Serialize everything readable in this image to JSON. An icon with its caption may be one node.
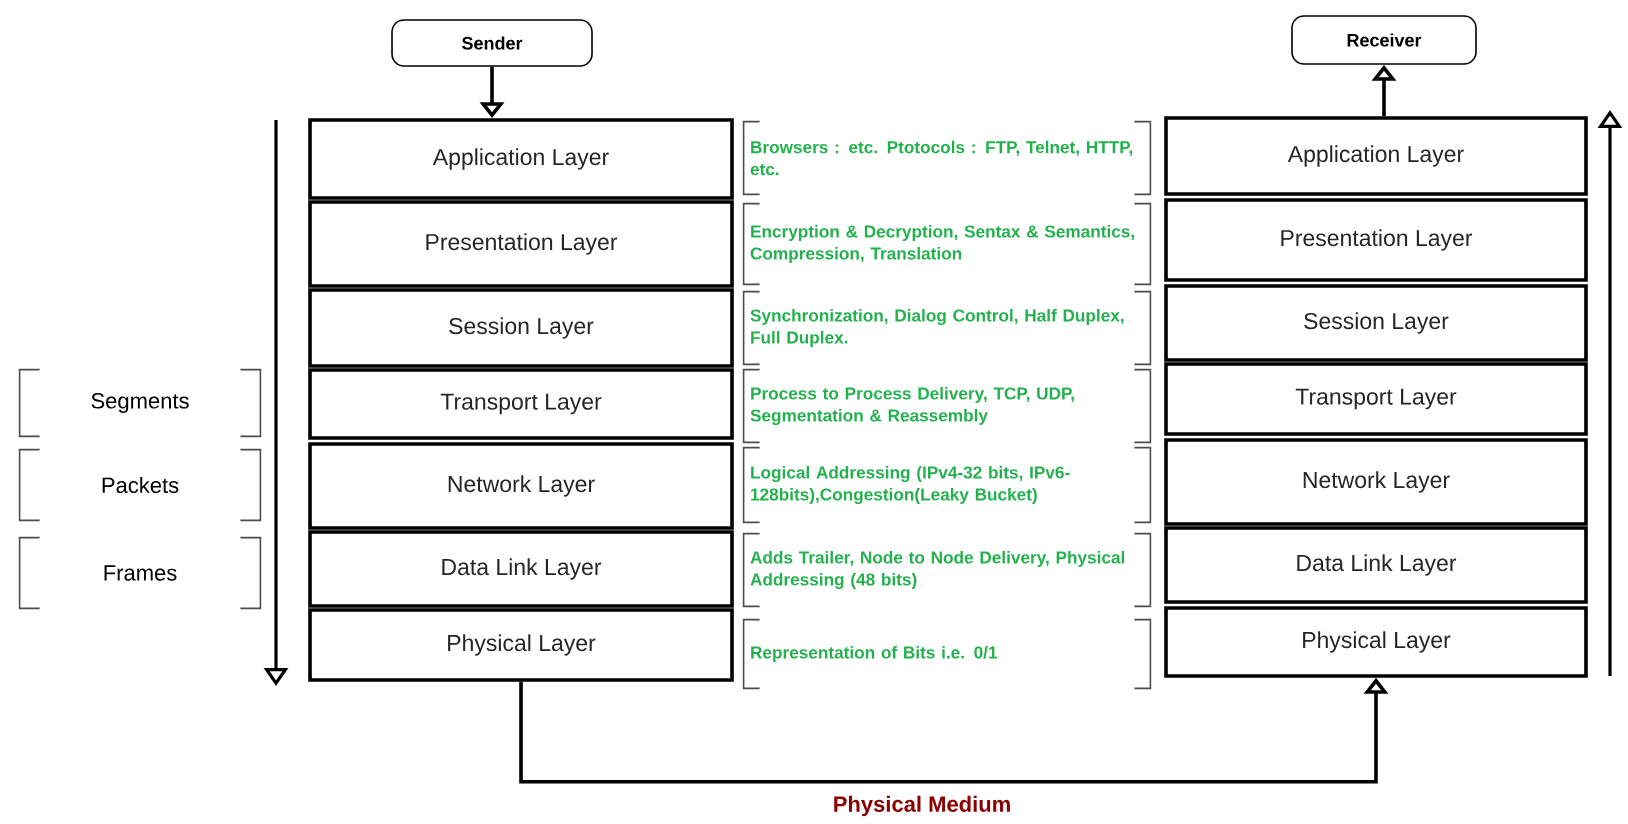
{
  "diagram": {
    "nodes": [
      {
        "text": [
          "Sender"
        ]
      },
      {
        "text": [
          "Receiver"
        ]
      },
      {
        "text": [
          "Application Layer"
        ]
      },
      {
        "text": [
          "Presentation Layer"
        ]
      },
      {
        "text": [
          "Session Layer"
        ]
      },
      {
        "text": [
          "Transport Layer"
        ]
      },
      {
        "text": [
          "Network Layer"
        ]
      },
      {
        "text": [
          "Data Link Layer"
        ]
      },
      {
        "text": [
          "Physical Layer"
        ]
      },
      {
        "text": [
          "Browsers : etc. Ptotocols : FTP, Telnet, HTTP, etc."
        ]
      },
      {
        "text": [
          "Encryption & Decryption, Sentax & Semantics, Compression, Translation"
        ]
      },
      {
        "text": [
          "Synchronization, Dialog Control, Half Duplex, Full Duplex."
        ]
      },
      {
        "text": [
          "Process to Process Delivery, TCP, UDP, Segmentation & Reassembly"
        ]
      },
      {
        "text": [
          "Logical Addressing (IPv4-32 bits, IPv6-128bits),Congestion(Leaky Bucket)"
        ]
      },
      {
        "text": [
          "Adds Trailer, Node to Node Delivery, Physical Addressing (48 bits)"
        ]
      },
      {
        "text": [
          "Representation of Bits i.e. 0/1"
        ]
      },
      {
        "text": [
          "Application Layer"
        ]
      },
      {
        "text": [
          "Presentation Layer"
        ]
      },
      {
        "text": [
          "Session Layer"
        ]
      },
      {
        "text": [
          "Transport Layer"
        ]
      },
      {
        "text": [
          "Network Layer"
        ]
      },
      {
        "text": [
          "Data Link Layer"
        ]
      },
      {
        "text": [
          "Physical Layer"
        ]
      },
      {
        "text": [
          "Segments"
        ]
      },
      {
        "text": [
          "Packets"
        ]
      },
      {
        "text": [
          "Frames"
        ]
      }
    ],
    "edges": [
      {
        "from": 0,
        "to": 2,
        "arrow": "to"
      },
      {
        "from": 16,
        "to": 1,
        "arrow": "to"
      },
      {
        "from": 8,
        "to": 22,
        "arrow": "to",
        "label": "Physical Medium"
      }
    ]
  }
}
